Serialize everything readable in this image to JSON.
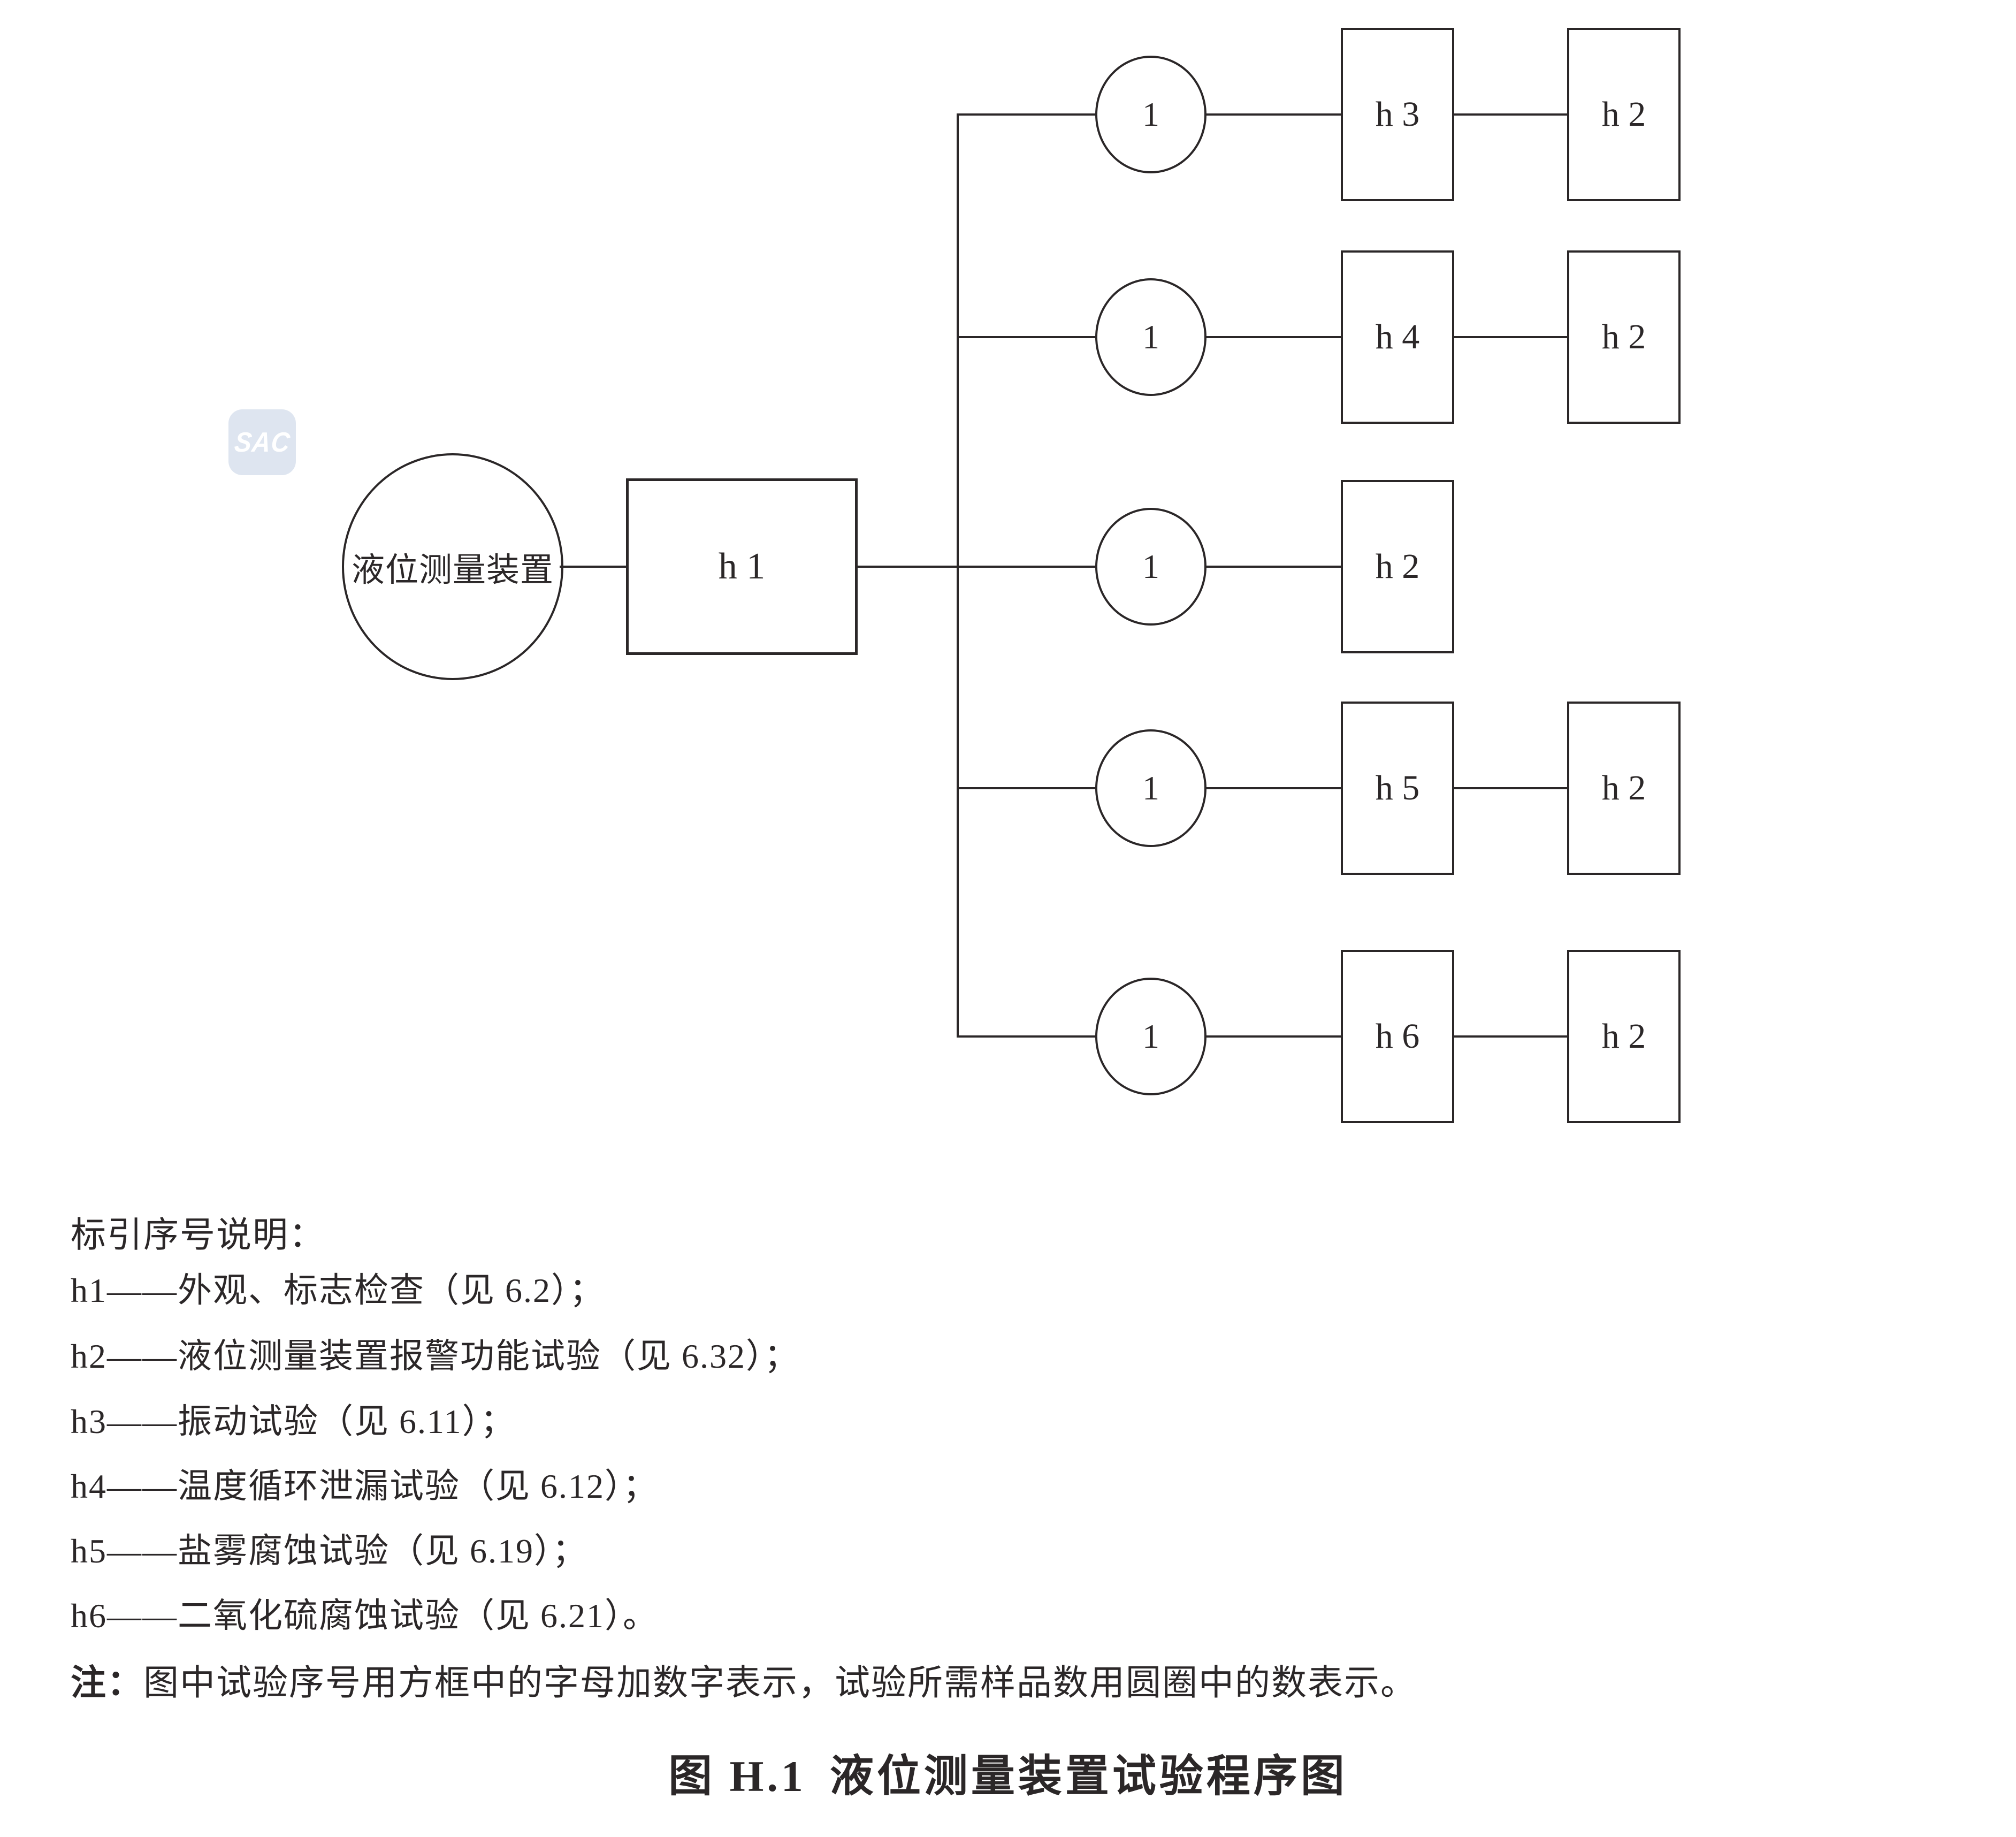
{
  "diagram": {
    "root_label": "液位测量装置",
    "trunk_node_label": "h 1",
    "watermark_text": "SAC",
    "branches": [
      {
        "sample_count": "1",
        "steps": [
          "h 3",
          "h 2"
        ]
      },
      {
        "sample_count": "1",
        "steps": [
          "h 4",
          "h 2"
        ]
      },
      {
        "sample_count": "1",
        "steps": [
          "h 2"
        ]
      },
      {
        "sample_count": "1",
        "steps": [
          "h 5",
          "h 2"
        ]
      },
      {
        "sample_count": "1",
        "steps": [
          "h 6",
          "h 2"
        ]
      }
    ]
  },
  "legend": {
    "heading": "标引序号说明：",
    "items": [
      "h1——外观、标志检查（见 6.2）；",
      "h2——液位测量装置报警功能试验（见 6.32）；",
      "h3——振动试验（见 6.11）；",
      "h4——温度循环泄漏试验（见 6.12）；",
      "h5——盐雾腐蚀试验（见 6.19）；",
      "h6——二氧化硫腐蚀试验（见 6.21）。"
    ],
    "note_label": "注：",
    "note_text": "图中试验序号用方框中的字母加数字表示，试验所需样品数用圆圈中的数表示。"
  },
  "caption": {
    "figure_label": "图 H.1",
    "figure_title": "液位测量装置试验程序图"
  },
  "colors": {
    "ink": "#2b2728",
    "watermark_fill": "#dee5f0",
    "watermark_text": "#ffffff",
    "background": "#ffffff"
  }
}
